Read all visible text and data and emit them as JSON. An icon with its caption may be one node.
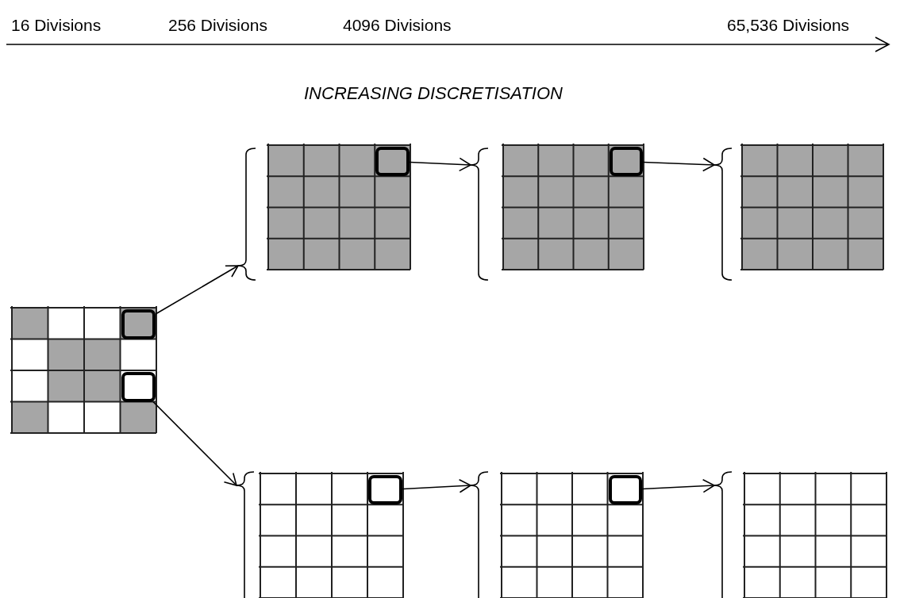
{
  "diagram": {
    "nodes": [
      {
        "text": [],
        "shape": "grid"
      },
      {
        "text": [],
        "shape": "box",
        "in": 0
      },
      {
        "text": [],
        "shape": "box",
        "in": 0
      },
      {
        "text": [],
        "shape": "grid"
      },
      {
        "text": [],
        "shape": "box",
        "in": 3
      },
      {
        "text": [],
        "shape": "grid"
      },
      {
        "text": [],
        "shape": "box",
        "in": 5
      },
      {
        "text": [],
        "shape": "grid"
      },
      {
        "text": [],
        "shape": "grid"
      },
      {
        "text": [],
        "shape": "box",
        "in": 8
      },
      {
        "text": [],
        "shape": "grid"
      },
      {
        "text": [],
        "shape": "box",
        "in": 10
      },
      {
        "text": [],
        "shape": "grid"
      }
    ],
    "edges": [
      {
        "from": 1,
        "to": 3,
        "arrow": "to"
      },
      {
        "from": 2,
        "to": 8,
        "arrow": "to"
      },
      {
        "from": 4,
        "to": 5,
        "arrow": "to"
      },
      {
        "from": 6,
        "to": 7,
        "arrow": "to"
      },
      {
        "from": 9,
        "to": 10,
        "arrow": "to"
      },
      {
        "from": 11,
        "to": 12,
        "arrow": "to"
      }
    ],
    "labels": [
      "16 Divisions",
      "256 Divisions",
      "4096 Divisions",
      "65,536 Divisions",
      "INCREASING DISCRETISATION"
    ]
  }
}
